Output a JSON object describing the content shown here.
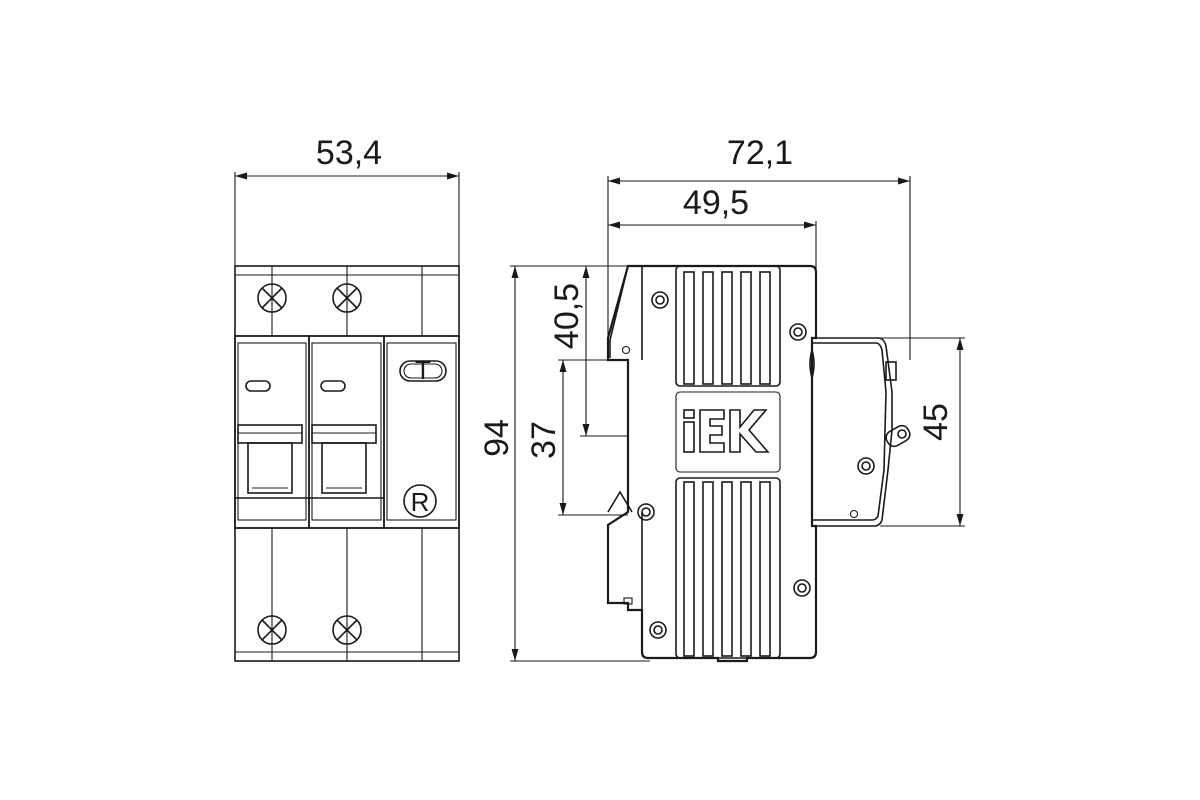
{
  "dimensions": {
    "front_width": "53,4",
    "overall_depth": "72,1",
    "body_depth": "49,5",
    "height": "94",
    "upper_offset": "40,5",
    "slot_height": "37",
    "rail_width": "45"
  },
  "front_view": {
    "reset_mark": "R",
    "test_mark": "T"
  },
  "logo": {
    "text": "IEK"
  },
  "colors": {
    "line": "#1a1a1a",
    "background": "#ffffff"
  }
}
